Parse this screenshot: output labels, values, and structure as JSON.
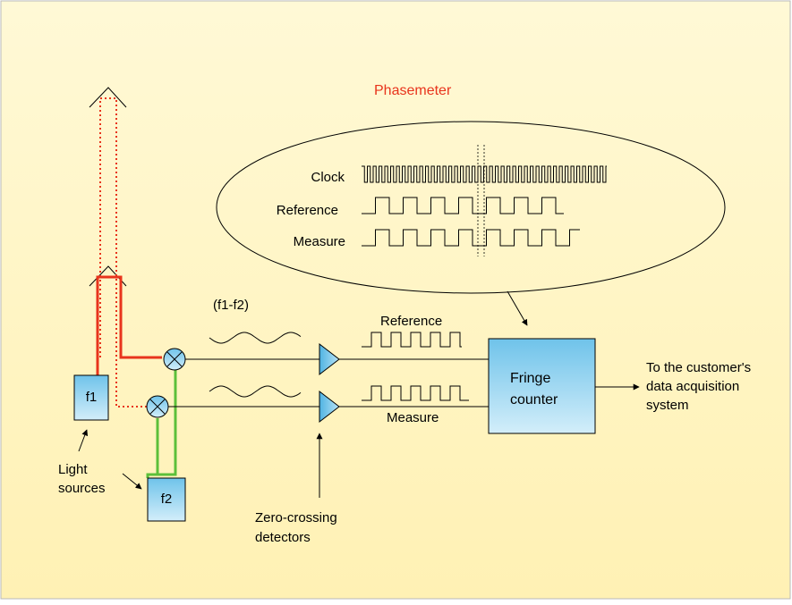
{
  "title": "Phasemeter",
  "phasemeter": {
    "labels": [
      "Clock",
      "Reference",
      "Measure"
    ]
  },
  "sources": {
    "f1": "f1",
    "f2": "f2"
  },
  "beat_label": "(f1-f2)",
  "signal_labels": {
    "reference": "Reference",
    "measure": "Measure"
  },
  "counter": {
    "line1": "Fringe",
    "line2": "counter"
  },
  "output": {
    "line1": "To the customer's",
    "line2": "data acquisition",
    "line3": "system"
  },
  "light_sources": {
    "line1": "Light",
    "line2": "sources"
  },
  "detectors": {
    "line1": "Zero-crossing",
    "line2": "detectors"
  },
  "colors": {
    "background": "#fff6c4",
    "accent": "#e8341c",
    "green": "#5cbf3a",
    "box_fill": "#9fd8ef",
    "triangle_fill": "#8fd0ec"
  }
}
